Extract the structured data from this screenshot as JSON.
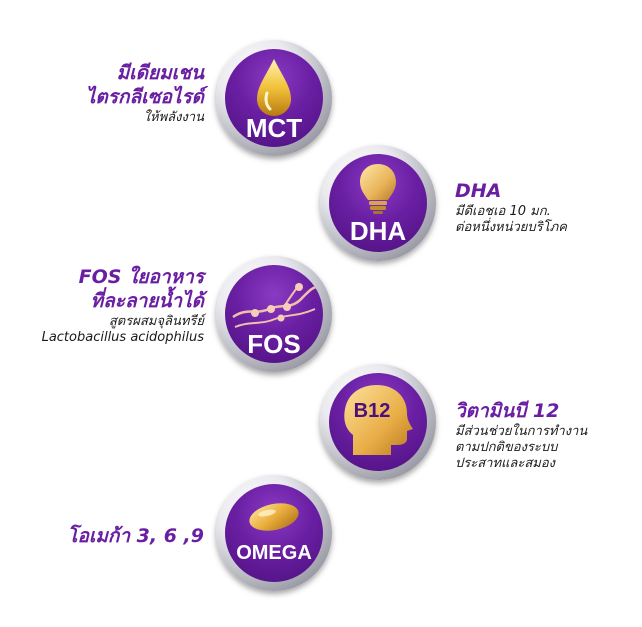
{
  "items": [
    {
      "badge_label": "MCT",
      "icon": "oil-drop-icon",
      "heading_lines": [
        "มีเดียมเชน",
        "ไตรกลีเซอไรด์"
      ],
      "sub_lines": [
        "ให้พลังงาน"
      ]
    },
    {
      "badge_label": "DHA",
      "icon": "light-bulb-icon",
      "heading_lines": [
        "DHA"
      ],
      "sub_lines": [
        "มีดีเอชเอ 10 มก.",
        "ต่อหนึ่งหน่วยบริโภค"
      ]
    },
    {
      "badge_label": "FOS",
      "icon": "fiber-icon",
      "heading_lines": [
        "FOS ใยอาหาร",
        "ที่ละลายน้ำได้"
      ],
      "sub_lines": [
        "สูตรผสมจุลินทรีย์",
        "Lactobacillus acidophilus"
      ]
    },
    {
      "badge_label": "B12",
      "icon": "head-profile-icon",
      "heading_lines": [
        "วิตามินบี 12"
      ],
      "sub_lines": [
        "มีส่วนช่วยในการทำงาน",
        "ตามปกติของระบบ",
        "ประสาทและสมอง"
      ]
    },
    {
      "badge_label": "OMEGA",
      "icon": "capsule-icon",
      "heading_lines": [
        "โอเมก้า 3, 6 ,9"
      ],
      "sub_lines": []
    }
  ],
  "colors": {
    "purple": "#6a1fa3",
    "gold": "#e0a92c",
    "text": "#1a1a1a"
  }
}
